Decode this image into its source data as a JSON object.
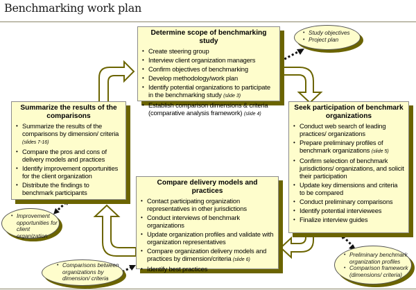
{
  "title": "Benchmarking work plan",
  "colors": {
    "box_fill": "#fefdcc",
    "shadow": "#6b6400",
    "arrow": "#6b6400"
  },
  "steps": {
    "determine_scope": {
      "heading": "Determine scope of benchmarking study",
      "items": [
        {
          "text": "Create steering group",
          "note": ""
        },
        {
          "text": "Interview client organization managers",
          "note": ""
        },
        {
          "text": "Confirm objectives of benchmarking",
          "note": ""
        },
        {
          "text": "Develop methodology/work plan",
          "note": ""
        },
        {
          "text": "Identify potential organizations to participate in the benchmarking study ",
          "note": "(slide 3)"
        },
        {
          "text": "Establish comparison dimensions & criteria (comparative analysis framework) ",
          "note": "(slide 4)"
        }
      ]
    },
    "seek_participation": {
      "heading": "Seek participation of benchmark organizations",
      "items": [
        {
          "text": "Conduct web search of leading practices/ organizations",
          "note": ""
        },
        {
          "text": "Prepare preliminary profiles of benchmark organizations ",
          "note": "(slide 5)"
        },
        {
          "text": "Confirm selection of benchmark jurisdictions/ organizations, and solicit their participation",
          "note": ""
        },
        {
          "text": "Update key dimensions and criteria to be compared",
          "note": ""
        },
        {
          "text": "Conduct preliminary comparisons",
          "note": ""
        },
        {
          "text": "Identify potential interviewees",
          "note": ""
        },
        {
          "text": "Finalize interview guides",
          "note": ""
        }
      ]
    },
    "compare_models": {
      "heading": "Compare delivery models and practices",
      "items": [
        {
          "text": "Contact participating organization representatives in other jurisdictions",
          "note": ""
        },
        {
          "text": "Conduct interviews of benchmark organizations",
          "note": ""
        },
        {
          "text": "Update organization profiles and validate with organization representatives",
          "note": ""
        },
        {
          "text": "Compare organization delivery models and practices by dimension/criteria ",
          "note": "(slide 6)"
        },
        {
          "text": "Identify best practices",
          "note": ""
        }
      ]
    },
    "summarize_results": {
      "heading": "Summarize the results of the comparisons",
      "items": [
        {
          "text": "Summarize the results of the comparisons by dimension/ criteria ",
          "note": "(slides 7-16)"
        },
        {
          "text": "Compare the pros and cons of delivery models and practices",
          "note": ""
        },
        {
          "text": "Identify improvement opportunities for the client organization",
          "note": ""
        },
        {
          "text": "Distribute the findings to benchmark participants",
          "note": ""
        }
      ]
    }
  },
  "outputs": {
    "scope": [
      "Study objectives",
      "Project plan"
    ],
    "participation": [
      "Preliminary benchmark organization profiles",
      "Comparison framework (dimensions/ criteria)"
    ],
    "compare": [
      "Comparisons between organizations by dimension/ criteria"
    ],
    "summarize": [
      "Improvement opportunities for client organization"
    ]
  }
}
